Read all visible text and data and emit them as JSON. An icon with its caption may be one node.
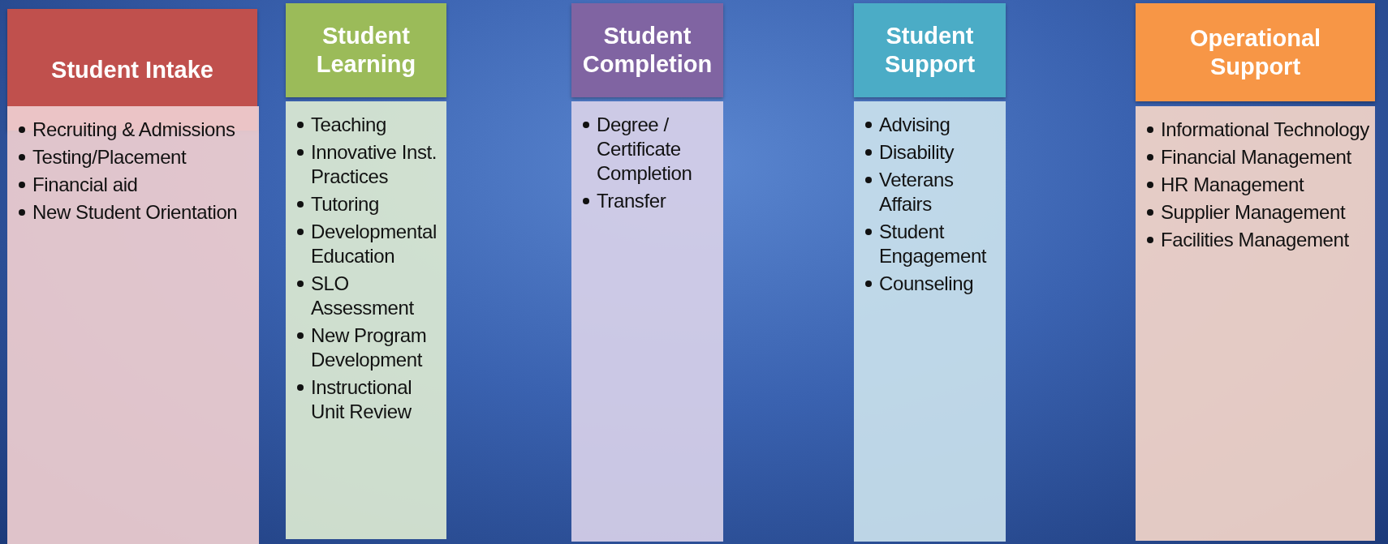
{
  "diagram": {
    "nodes": [
      {
        "text": [
          "Student Intake"
        ]
      },
      {
        "text": [
          "Recruiting & Admissions",
          "Testing/Placement",
          "Financial aid",
          "New Student Orientation"
        ]
      },
      {
        "text": [
          "Student Learning"
        ]
      },
      {
        "text": [
          "Teaching",
          "Innovative Inst. Practices",
          "Tutoring",
          "Developmental Education",
          "SLO Assessment",
          "New Program Development",
          "Instructional Unit Review"
        ]
      },
      {
        "text": [
          "Student Completion"
        ]
      },
      {
        "text": [
          "Degree / Certificate Completion",
          "Transfer"
        ]
      },
      {
        "text": [
          "Student Support"
        ]
      },
      {
        "text": [
          "Advising",
          "Disability",
          "Veterans Affairs",
          "Student Engagement",
          "Counseling"
        ]
      },
      {
        "text": [
          "Operational Support"
        ]
      },
      {
        "text": [
          "Informational Technology",
          "Financial Management",
          "HR Management",
          "Supplier Management",
          "Facilities Management"
        ]
      }
    ]
  }
}
